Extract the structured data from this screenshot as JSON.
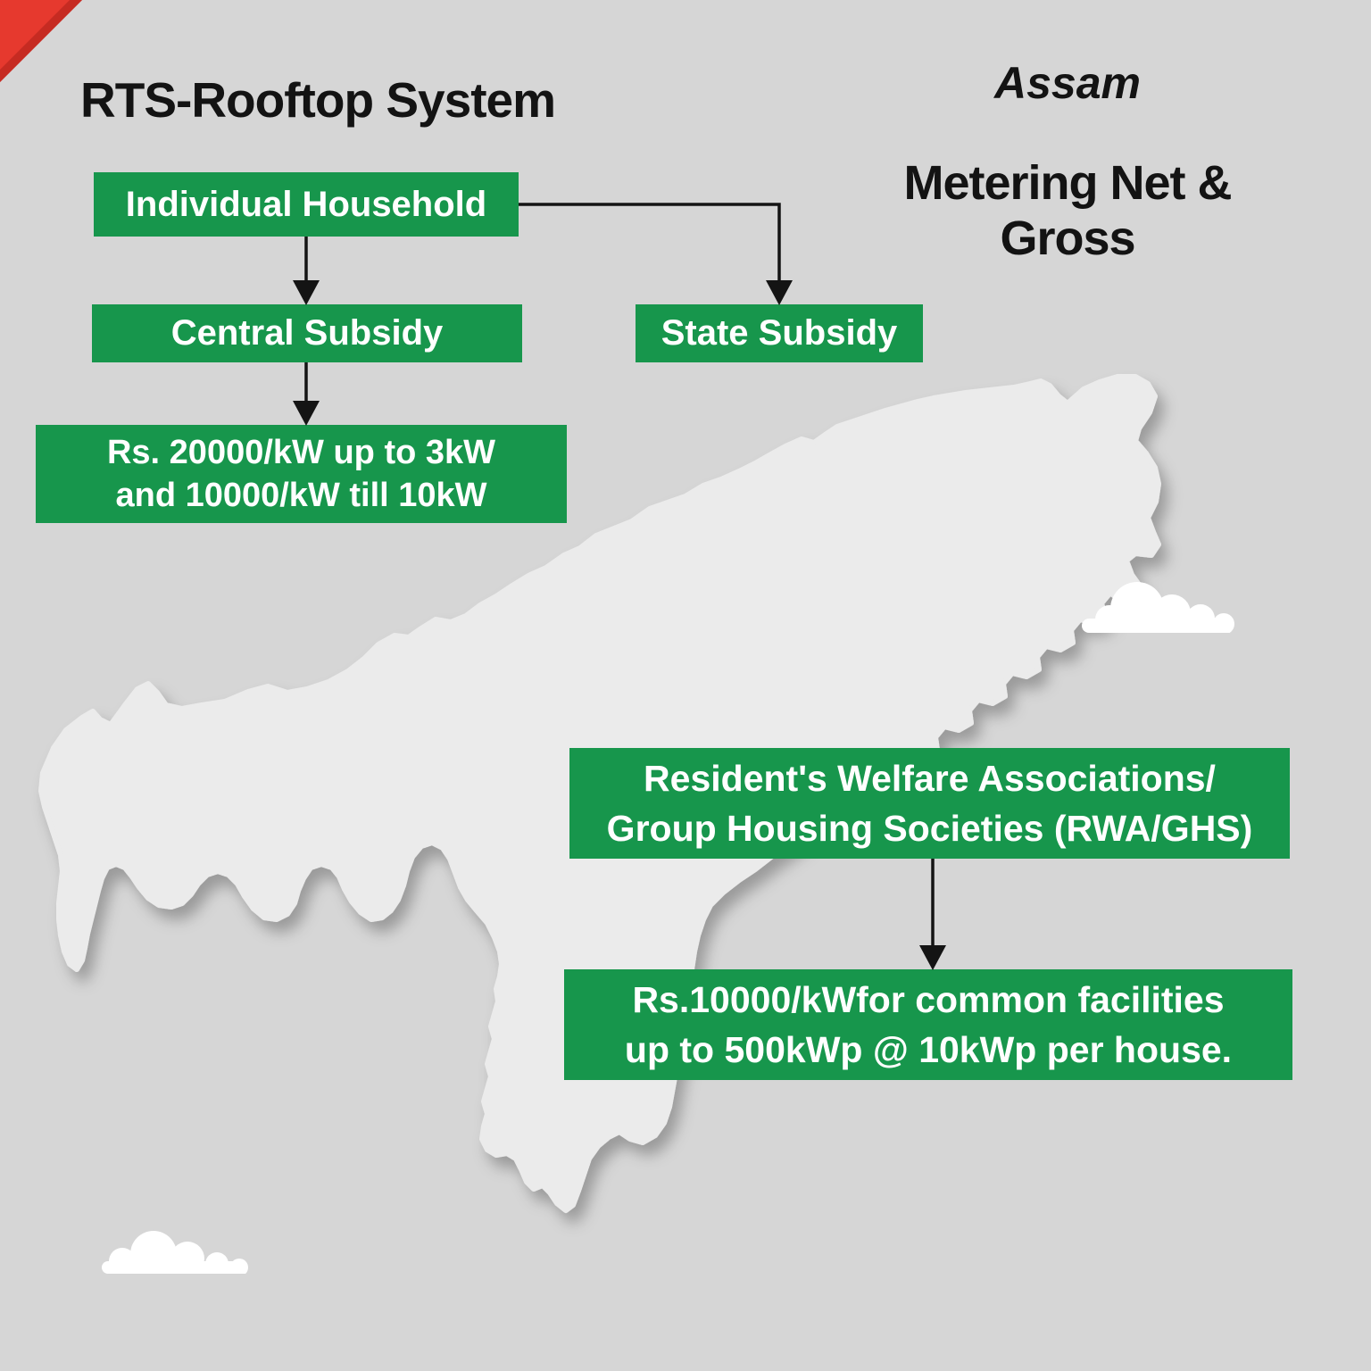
{
  "canvas": {
    "background_color": "#d6d6d6",
    "map_fill_color": "#ebebeb",
    "accent_green": "#17964c",
    "corner_red": "#e6392e",
    "connector_color": "#141414",
    "cloud_color": "#ffffff",
    "heading_text_color": "#131313",
    "box_text_color": "#ffffff"
  },
  "header": {
    "title": "RTS-Rooftop System",
    "state_name": "Assam",
    "metering_line1": "Metering",
    "metering_line2": "Net & Gross"
  },
  "flow": {
    "individual": {
      "label": "Individual Household"
    },
    "central": {
      "label": "Central Subsidy"
    },
    "state": {
      "label": "State Subsidy"
    },
    "central_amount": {
      "line1": "Rs. 20000/kW up to 3kW",
      "line2": "and 10000/kW till 10kW"
    },
    "rwa": {
      "line1": "Resident's Welfare Associations/",
      "line2": "Group Housing Societies (RWA/GHS)"
    },
    "rwa_amount": {
      "line1": "Rs.10000/kWfor common facilities",
      "line2": "up to 500kWp @ 10kWp per house."
    }
  },
  "map": {
    "label": "Assam state silhouette"
  },
  "decorations": {
    "clouds": 2,
    "corner_ribbon": "red corner triangle"
  }
}
